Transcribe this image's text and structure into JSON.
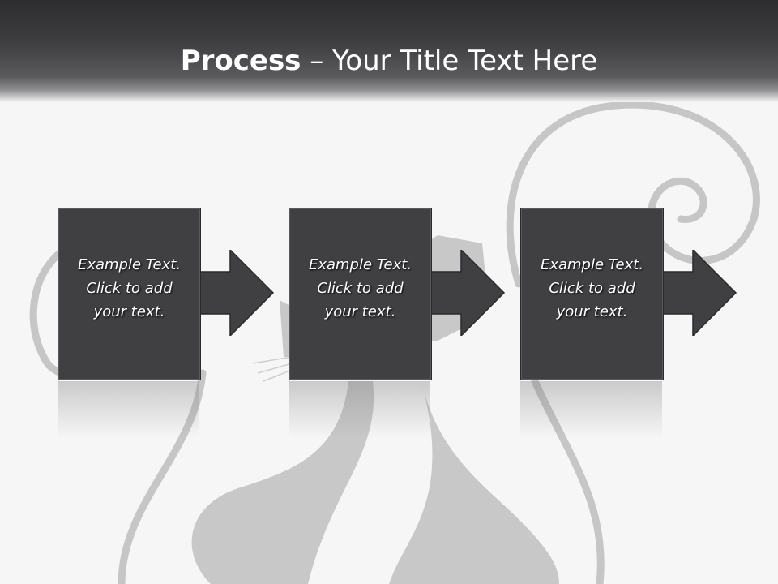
{
  "title": {
    "bold": "Process",
    "rest": " – Your Title Text Here"
  },
  "steps": [
    {
      "line1": "Example Text.",
      "line2": "Click  to add",
      "line3": "your text."
    },
    {
      "line1": "Example Text.",
      "line2": "Click  to add",
      "line3": "your text."
    },
    {
      "line1": "Example Text.",
      "line2": "Click  to add",
      "line3": "your text."
    }
  ],
  "colors": {
    "box": "#403f42",
    "header": "#3d3c3f",
    "art": "#c8c8c8",
    "background": "#f6f6f6"
  }
}
